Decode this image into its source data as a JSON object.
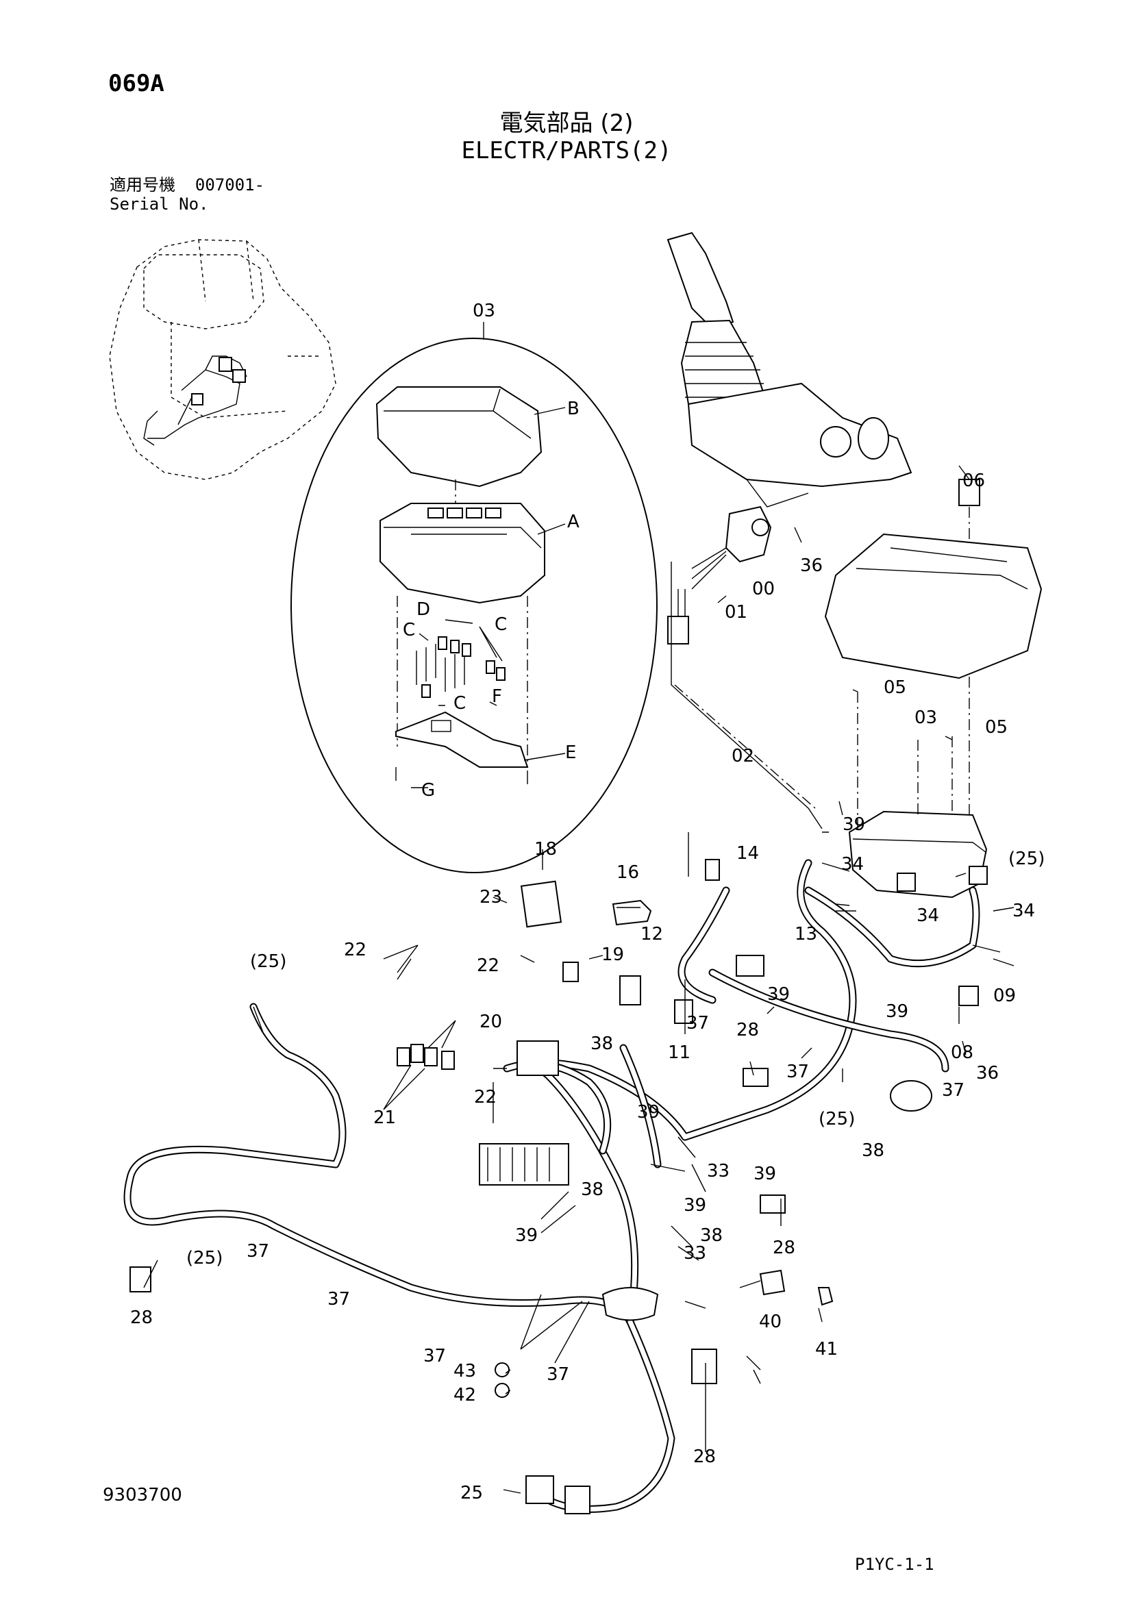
{
  "header": {
    "page_code": "069A",
    "title_jp": "電気部品 (2)",
    "title_en": "ELECTR/PARTS(2)",
    "serial_label_jp": "適用号機",
    "serial_value": "007001-",
    "serial_label_en": "Serial No."
  },
  "footer": {
    "document_number": "9303700",
    "page_ref": "P1YC-1-1"
  },
  "callouts": {
    "c00": "00",
    "c01": "01",
    "c02": "02",
    "c03_top": "03",
    "c03": "03",
    "c05a": "05",
    "c05b": "05",
    "c06": "06",
    "c08": "08",
    "c09": "09",
    "c11": "11",
    "c12": "12",
    "c13": "13",
    "c14": "14",
    "c16": "16",
    "c18": "18",
    "c19": "19",
    "c20": "20",
    "c21": "21",
    "c22a": "22",
    "c22b": "22",
    "c22c": "22",
    "c23": "23",
    "c25a": "(25)",
    "c25b": "(25)",
    "c25c": "(25)",
    "c25d": "(25)",
    "c25e": "25",
    "c28a": "28",
    "c28b": "28",
    "c28c": "28",
    "c28d": "28",
    "c33a": "33",
    "c33b": "33",
    "c34a": "34",
    "c34b": "34",
    "c34c": "34",
    "c36a": "36",
    "c36b": "36",
    "c37a": "37",
    "c37b": "37",
    "c37c": "37",
    "c37d": "37",
    "c37e": "37",
    "c37f": "37",
    "c37g": "37",
    "c38a": "38",
    "c38b": "38",
    "c38c": "38",
    "c38d": "38",
    "c39a": "39",
    "c39b": "39",
    "c39c": "39",
    "c39d": "39",
    "c39e": "39",
    "c39f": "39",
    "c39g": "39",
    "c40": "40",
    "c41": "41",
    "c42": "42",
    "c43": "43",
    "cA": "A",
    "cB": "B",
    "cC1": "C",
    "cC2": "C",
    "cC3": "C",
    "cD": "D",
    "cE": "E",
    "cF": "F",
    "cG": "G"
  }
}
